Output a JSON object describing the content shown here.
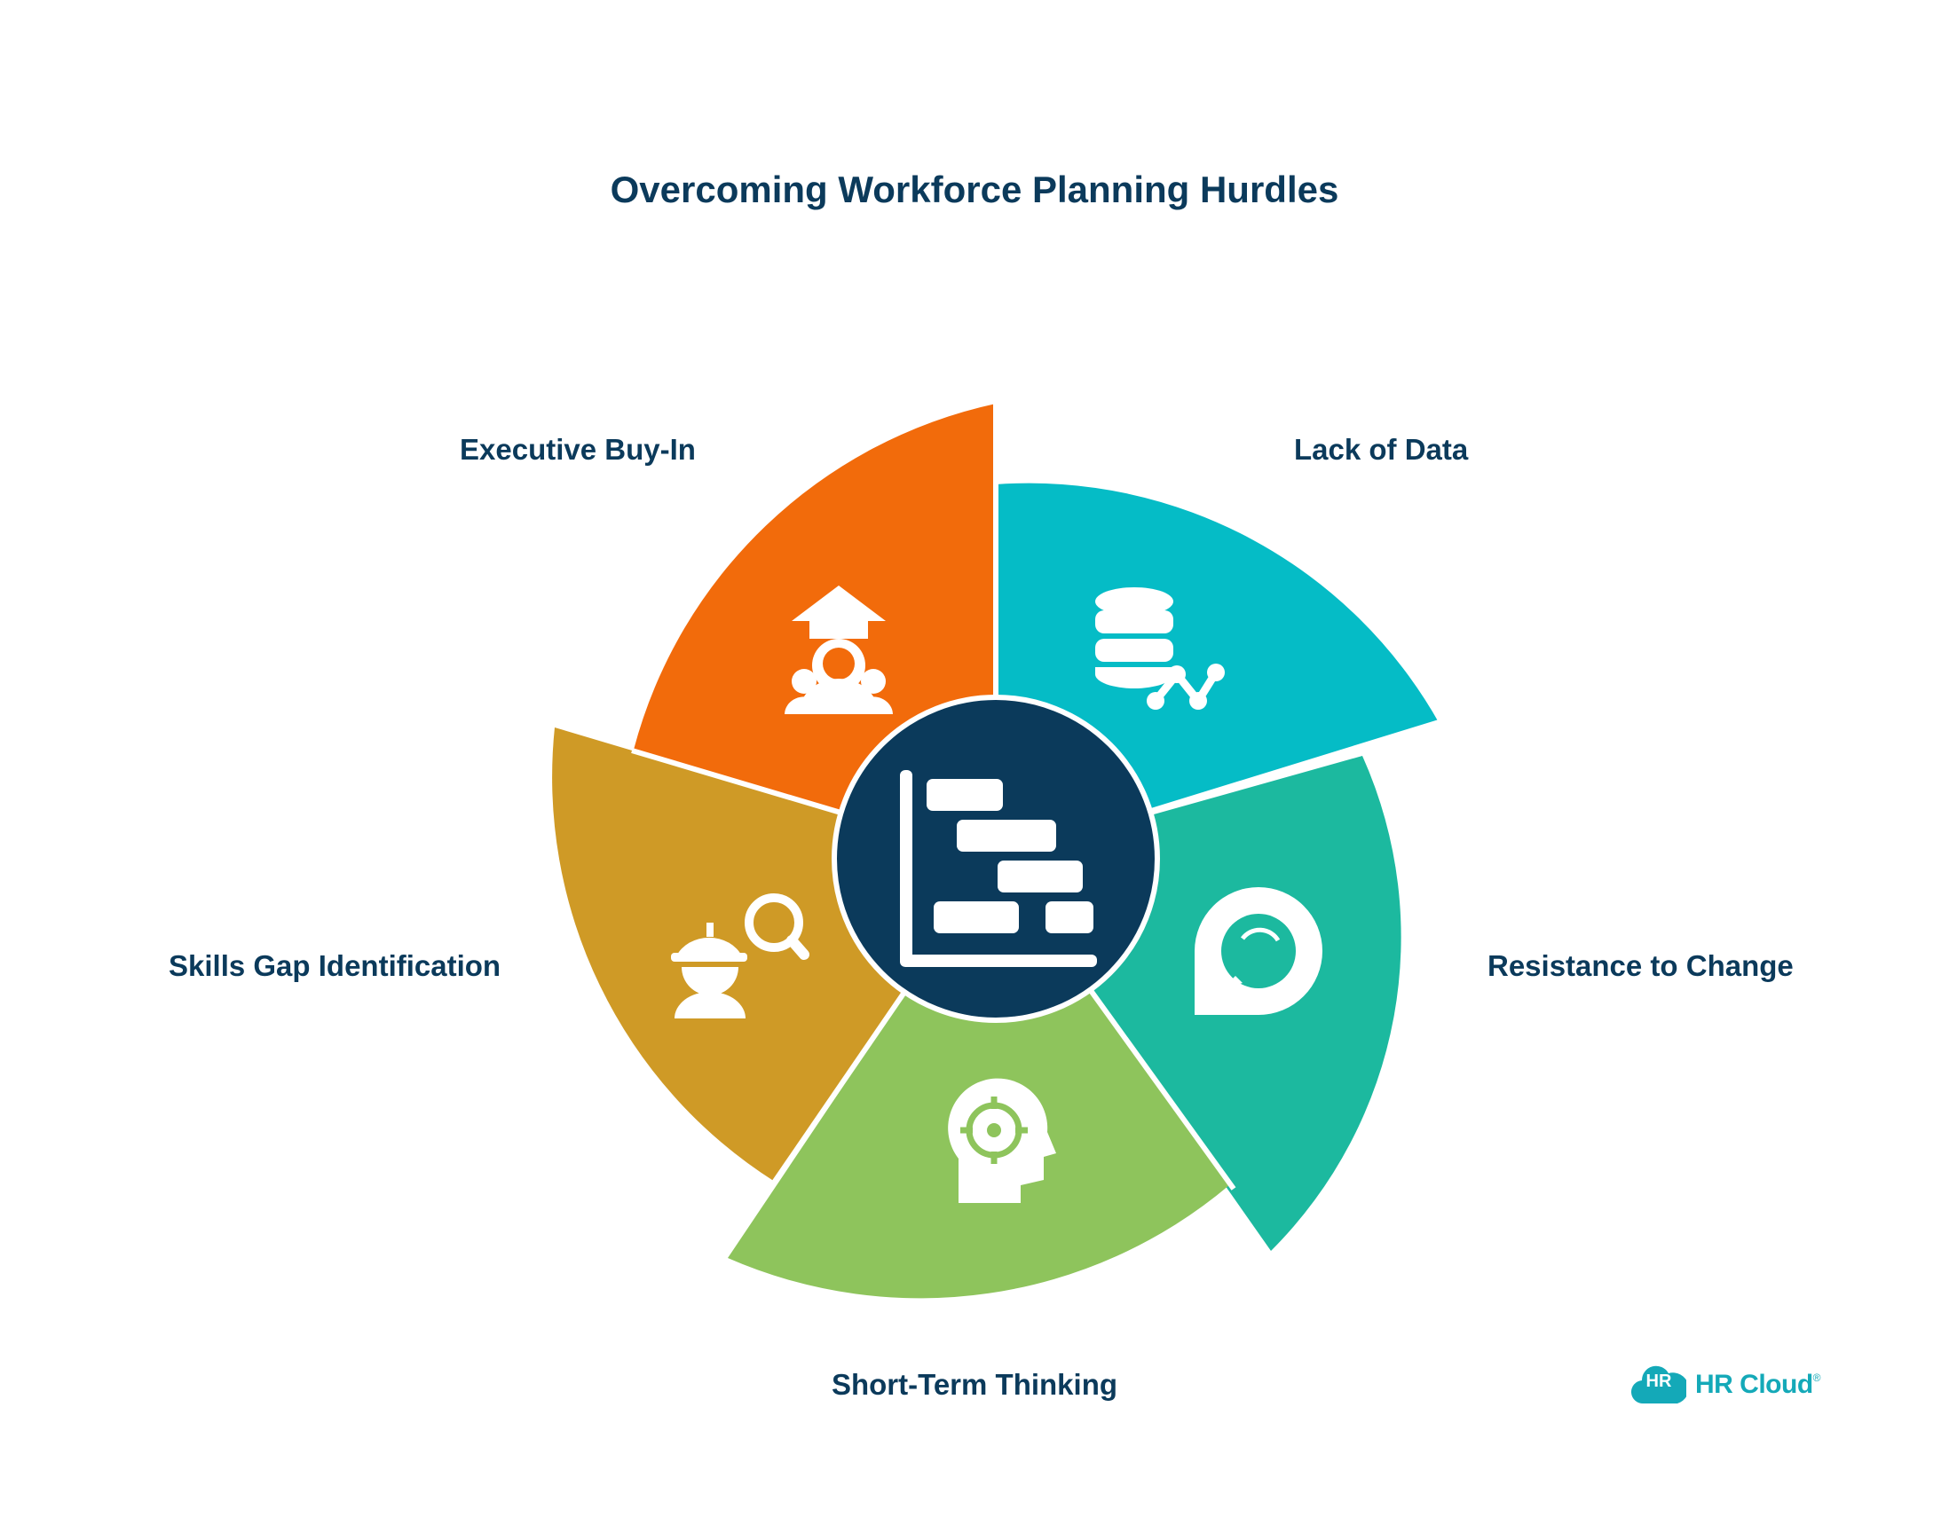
{
  "title": "Overcoming Workforce Planning Hurdles",
  "center_icon": "gantt-chart-icon",
  "segments": [
    {
      "label": "Executive Buy-In",
      "icon": "leader-arrow-icon",
      "color": "#f26b0b"
    },
    {
      "label": "Lack of Data",
      "icon": "database-chart-icon",
      "color": "#05bcc6"
    },
    {
      "label": "Resistance to Change",
      "icon": "chat-bubble-icon",
      "color": "#1cb99f"
    },
    {
      "label": "Short-Term Thinking",
      "icon": "head-target-icon",
      "color": "#8ec45c"
    },
    {
      "label": "Skills Gap Identification",
      "icon": "worker-search-icon",
      "color": "#cf9a26"
    }
  ],
  "center_color": "#0b3a5b",
  "logo": {
    "badge": "HR",
    "name": "HR Cloud",
    "mark": "®",
    "color": "#14a9b8"
  }
}
